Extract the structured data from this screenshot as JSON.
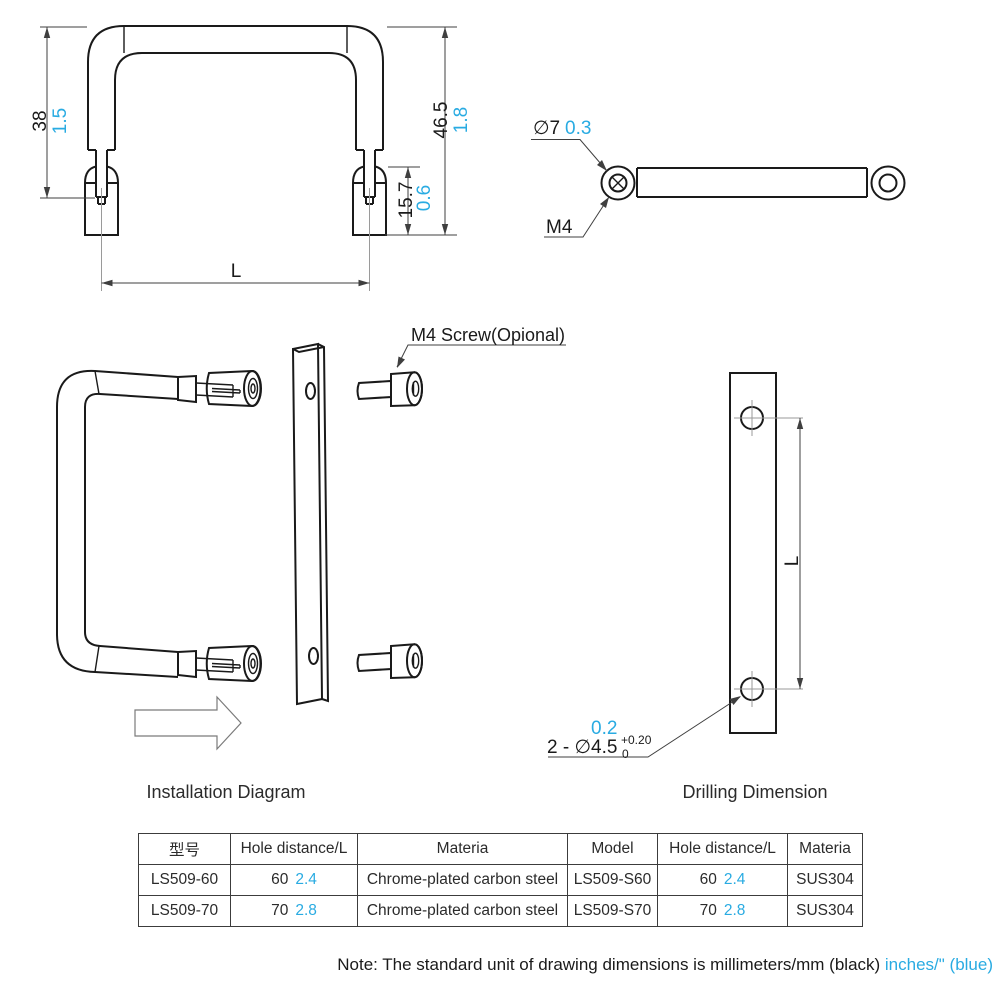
{
  "colors": {
    "line": "#1a1a1a",
    "dimension": "#3f3f3f",
    "inch_blue": "#29abe2",
    "centerline": "#9a9a9a",
    "table_border": "#3c3c3c"
  },
  "front_view": {
    "mm_height_partial": "38",
    "in_height_partial": "1.5",
    "mm_height_total": "46.5",
    "in_height_total": "1.8",
    "mm_boss": "15.7",
    "in_boss": "0.6",
    "length_label": "L"
  },
  "top_view": {
    "diameter_mm": "∅7",
    "diameter_in": "0.3",
    "thread": "M4"
  },
  "installation": {
    "screw_label": "M4 Screw(Opional)",
    "caption": "Installation Diagram"
  },
  "drilling": {
    "caption": "Drilling Dimension",
    "length_label": "L",
    "hole_in": "0.2",
    "hole_callout": "2 - ∅4.5",
    "tolerance_upper": "+0.20",
    "tolerance_lower": "0"
  },
  "table": {
    "headers": [
      "型号",
      "Hole distance/L",
      "Materia",
      "Model",
      "Hole distance/L",
      "Materia"
    ],
    "rows": [
      {
        "model": "LS509-60",
        "hole_mm": "60",
        "hole_in": "2.4",
        "material": "Chrome-plated carbon steel",
        "model2": "LS509-S60",
        "hole2_mm": "60",
        "hole2_in": "2.4",
        "material2": "SUS304"
      },
      {
        "model": "LS509-70",
        "hole_mm": "70",
        "hole_in": "2.8",
        "material": "Chrome-plated carbon steel",
        "model2": "LS509-S70",
        "hole2_mm": "70",
        "hole2_in": "2.8",
        "material2": "SUS304"
      }
    ]
  },
  "note": {
    "prefix": "Note: The standard unit of drawing dimensions is millimeters/mm (black) ",
    "suffix": "inches/\" (blue)"
  }
}
